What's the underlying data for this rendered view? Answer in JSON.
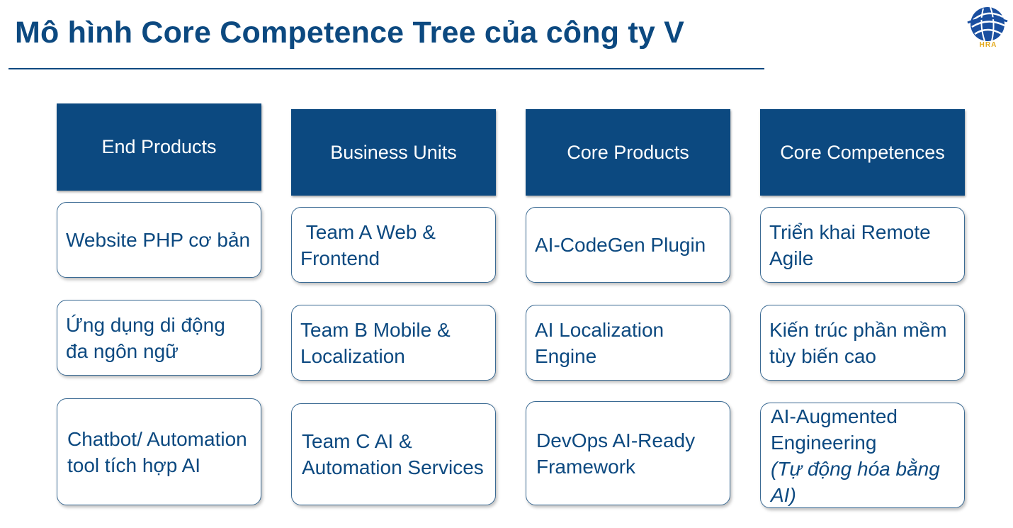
{
  "title": "Mô hình Core Competence Tree của công ty V",
  "logo": {
    "text": "HRA",
    "icon": "globe-logo-icon",
    "colors": {
      "globe": "#1a4fa0",
      "text": "#e3a818"
    }
  },
  "colors": {
    "primary": "#0c4980",
    "card_border": "#3a6a93",
    "header_text": "#ffffff"
  },
  "columns": [
    {
      "header": "End Products",
      "items": [
        "Website PHP cơ bản",
        "Ứng dụng di động đa ngôn ngữ",
        "Chatbot/ Automation tool tích hợp AI"
      ]
    },
    {
      "header": "Business Units",
      "items": [
        " Team A Web & Frontend",
        "Team B Mobile & Localization",
        "Team C AI & Automation Services"
      ]
    },
    {
      "header": "Core Products",
      "items": [
        "AI-CodeGen Plugin",
        "AI Localization Engine",
        "DevOps AI-Ready Framework"
      ]
    },
    {
      "header": "Core Competences",
      "items": [
        "Triển khai Remote Agile",
        "Kiến trúc phần mềm tùy biến cao",
        "AI-Augmented Engineering"
      ],
      "note": "(Tự động hóa bằng AI)"
    }
  ]
}
